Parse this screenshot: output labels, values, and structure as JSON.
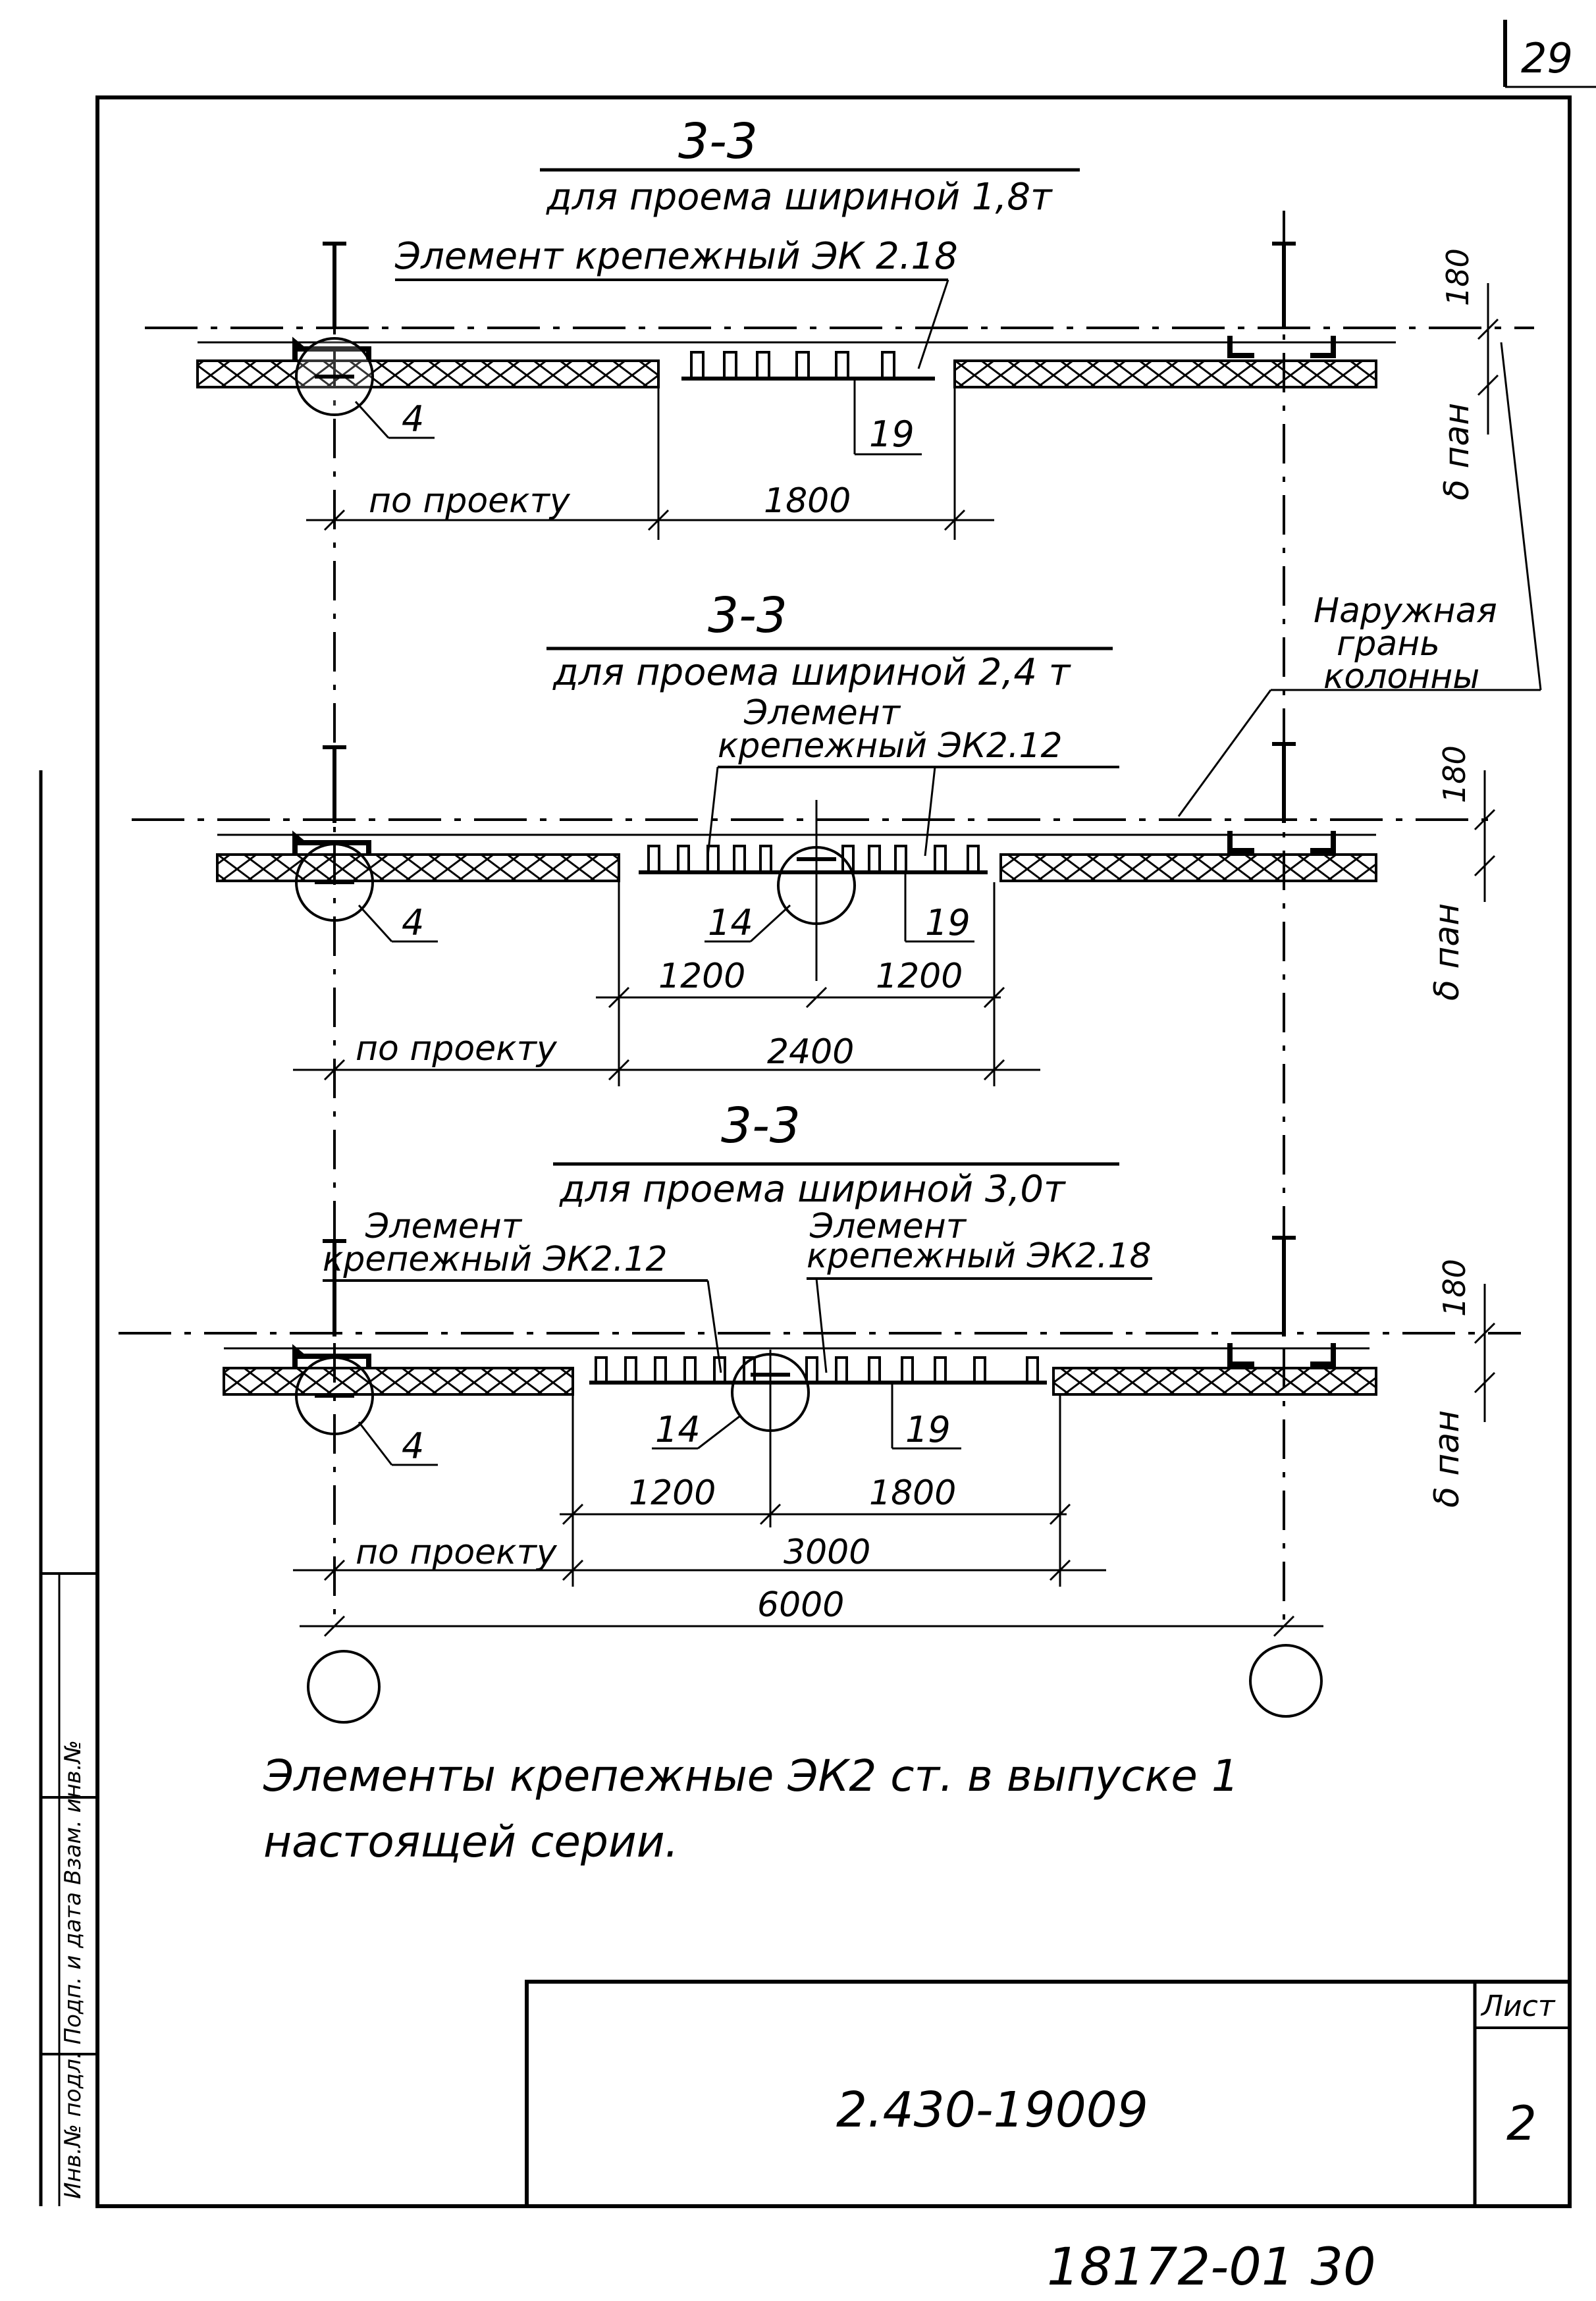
{
  "page_number": "29",
  "sections": [
    {
      "title": "3-3",
      "subtitle": "для проема шириной 1,8т",
      "element_label": "Элемент крепежный ЭК 2.18",
      "callout_4": "4",
      "callout_19": "19",
      "dim_left": "по проекту",
      "dim_right": "1800",
      "side_dim_top": "180",
      "side_dim_bottom": "δ пан"
    },
    {
      "title": "3-3",
      "subtitle": "для проема шириной 2,4 т",
      "element_label_1": "Элемент",
      "element_label_2": "крепежный ЭК2.12",
      "callout_4": "4",
      "callout_14": "14",
      "callout_19": "19",
      "dim_sub_left": "1200",
      "dim_sub_right": "1200",
      "dim_left": "по проекту",
      "dim_right": "2400",
      "side_dim_top": "180",
      "side_dim_bottom": "δ пан"
    },
    {
      "title": "3-3",
      "subtitle": "для проема шириной 3,0т",
      "element_left_1": "Элемент",
      "element_left_2": "крепежный ЭК2.12",
      "element_right_1": "Элемент",
      "element_right_2": "крепежный ЭК2.18",
      "callout_4": "4",
      "callout_14": "14",
      "callout_19": "19",
      "dim_sub_left": "1200",
      "dim_sub_right": "1800",
      "dim_left": "по проекту",
      "dim_right": "3000",
      "dim_total": "6000",
      "side_dim_top": "180",
      "side_dim_bottom": "δ пан"
    }
  ],
  "outer_face_label": [
    "Наружная",
    "грань",
    "колонны"
  ],
  "note_line1": "Элементы крепежные ЭК2 ст. в выпуске 1",
  "note_line2": "настоящей серии.",
  "title_block": {
    "designation": "2.430-19009",
    "sheet_label": "Лист",
    "sheet_number": "2"
  },
  "footer_code": "18172-01 30",
  "binding_strip_text": "Инв.№ подл.   Подп. и дата   Взам. инв.№"
}
